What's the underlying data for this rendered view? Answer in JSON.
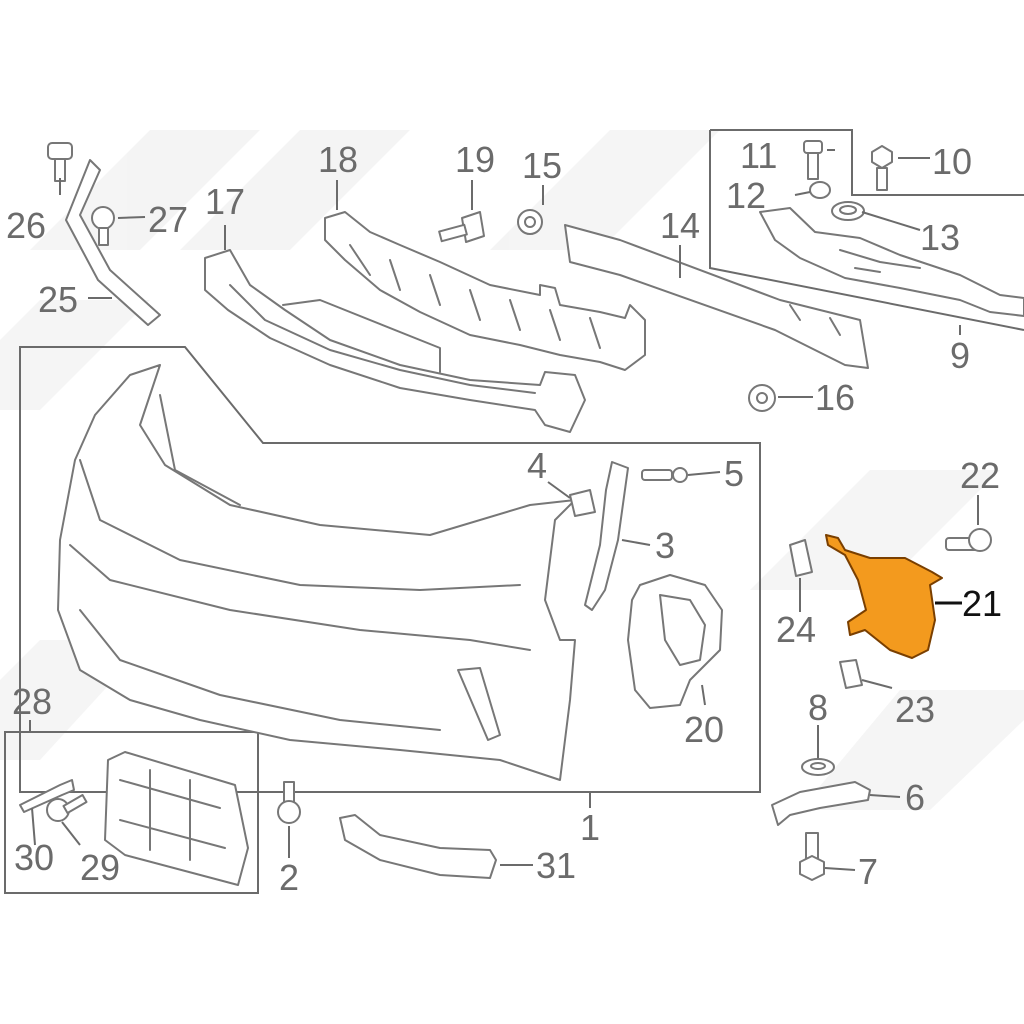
{
  "diagram": {
    "highlight_color": "#f39a1e",
    "callouts": [
      {
        "id": "1",
        "text": "1"
      },
      {
        "id": "2",
        "text": "2"
      },
      {
        "id": "3",
        "text": "3"
      },
      {
        "id": "4",
        "text": "4"
      },
      {
        "id": "5",
        "text": "5"
      },
      {
        "id": "6",
        "text": "6"
      },
      {
        "id": "7",
        "text": "7"
      },
      {
        "id": "8",
        "text": "8"
      },
      {
        "id": "9",
        "text": "9"
      },
      {
        "id": "10",
        "text": "10"
      },
      {
        "id": "11",
        "text": "11"
      },
      {
        "id": "12",
        "text": "12"
      },
      {
        "id": "13",
        "text": "13"
      },
      {
        "id": "14",
        "text": "14"
      },
      {
        "id": "15",
        "text": "15"
      },
      {
        "id": "16",
        "text": "16"
      },
      {
        "id": "17",
        "text": "17"
      },
      {
        "id": "18",
        "text": "18"
      },
      {
        "id": "19",
        "text": "19"
      },
      {
        "id": "20",
        "text": "20"
      },
      {
        "id": "21",
        "text": "21",
        "highlighted": true
      },
      {
        "id": "22",
        "text": "22"
      },
      {
        "id": "23",
        "text": "23"
      },
      {
        "id": "24",
        "text": "24"
      },
      {
        "id": "25",
        "text": "25"
      },
      {
        "id": "26",
        "text": "26"
      },
      {
        "id": "27",
        "text": "27"
      },
      {
        "id": "28",
        "text": "28"
      },
      {
        "id": "29",
        "text": "29"
      },
      {
        "id": "30",
        "text": "30"
      },
      {
        "id": "31",
        "text": "31"
      }
    ]
  }
}
